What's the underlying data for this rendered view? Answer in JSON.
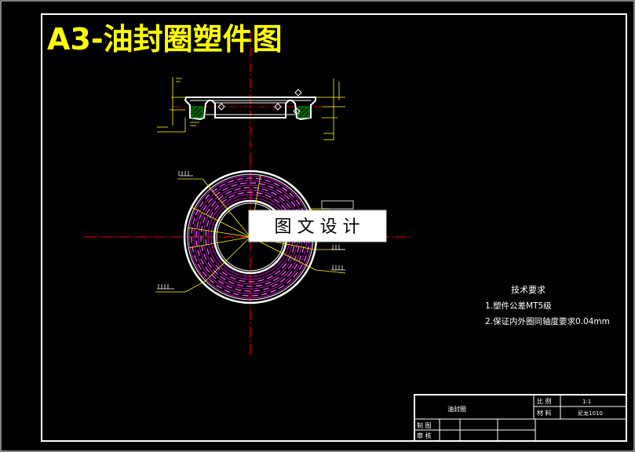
{
  "title": "A3-油封圈塑件图",
  "watermark": "图 文 设 计",
  "tech_requirements": {
    "heading": "技术要求",
    "items": [
      "1.塑件公差MT5级",
      "2.保证内外圈同轴度要求0.04mm"
    ]
  },
  "title_block": {
    "part_name": "油封圈",
    "scale_label": "比 例",
    "scale_value": "1:1",
    "material_label": "材 料",
    "material_value": "尼龙1010",
    "drawn_label": "制 图",
    "checked_label": "审 核"
  },
  "colors": {
    "background": "#000000",
    "border": "#ffffff",
    "title": "#ffff00",
    "centerline": "#ff0000",
    "dimension": "#ffff00",
    "hatch_section": "#00a000",
    "hatch_plan": "#ff00ff",
    "geometry": "#ffffff"
  }
}
